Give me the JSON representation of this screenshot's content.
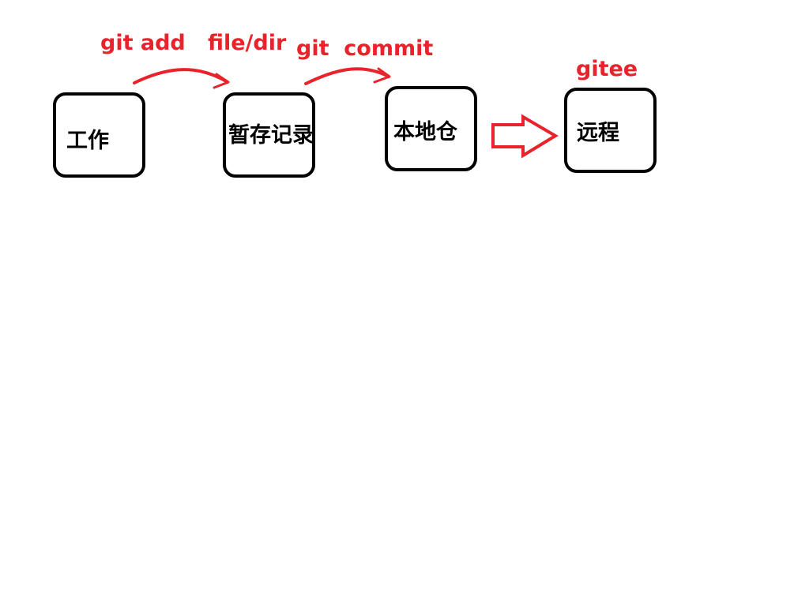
{
  "nodes": {
    "working": {
      "label": "工作"
    },
    "staging": {
      "label": "暂存记录"
    },
    "local_repo": {
      "label": "本地仓"
    },
    "remote": {
      "label": "远程"
    }
  },
  "edges": {
    "add": {
      "label": "git add   file/dir"
    },
    "commit": {
      "label": "git  commit"
    },
    "remote_name": {
      "label": "gitee"
    }
  },
  "colors": {
    "box_stroke": "#000000",
    "annotation": "#e8232b"
  }
}
